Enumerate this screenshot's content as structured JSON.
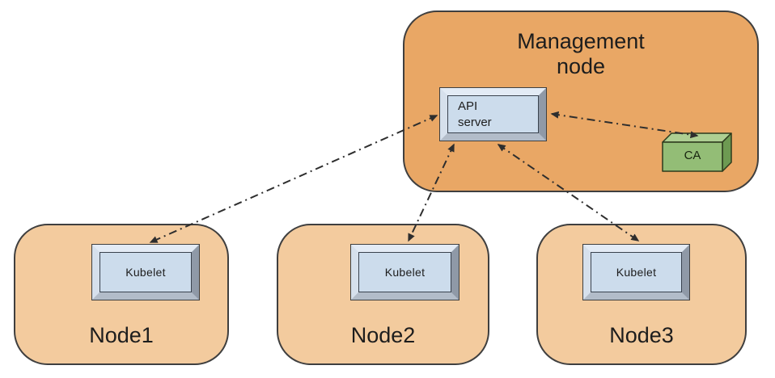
{
  "colors": {
    "management_fill": "#e9a765",
    "node_fill": "#f3cb9e",
    "panel_fill": "#ccdcec",
    "ca_front": "#93bd76",
    "ca_top": "#aecf92",
    "ca_side": "#6d9a52",
    "outline": "#3f3f3f",
    "arrow": "#2e2e2e",
    "text": "#1d1d1d"
  },
  "management_node": {
    "label": "Management node",
    "api_server": {
      "line1": "API",
      "line2": "server"
    },
    "ca": {
      "label": "CA"
    }
  },
  "nodes": [
    {
      "label": "Node1",
      "kubelet": "Kubelet"
    },
    {
      "label": "Node2",
      "kubelet": "Kubelet"
    },
    {
      "label": "Node3",
      "kubelet": "Kubelet"
    }
  ],
  "connections": [
    {
      "name": "api-server to kubelet-1",
      "style": "dash-dot, double-headed"
    },
    {
      "name": "api-server to kubelet-2",
      "style": "dash-dot, double-headed"
    },
    {
      "name": "api-server to kubelet-3",
      "style": "dash-dot, double-headed"
    },
    {
      "name": "api-server to ca",
      "style": "dash-dot, double-headed"
    }
  ]
}
